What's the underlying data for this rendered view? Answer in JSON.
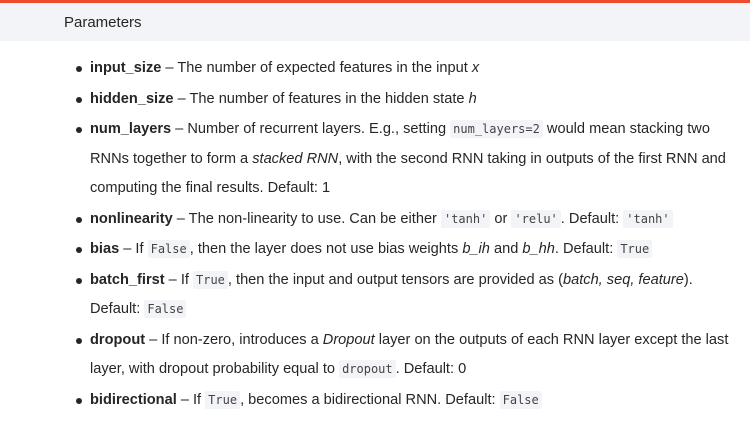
{
  "header": {
    "title": "Parameters"
  },
  "params": [
    {
      "name": "input_size",
      "parts": [
        {
          "t": "text",
          "v": " – The number of expected features in the input "
        },
        {
          "t": "em",
          "v": "x"
        }
      ]
    },
    {
      "name": "hidden_size",
      "parts": [
        {
          "t": "text",
          "v": " – The number of features in the hidden state "
        },
        {
          "t": "em",
          "v": "h"
        }
      ]
    },
    {
      "name": "num_layers",
      "parts": [
        {
          "t": "text",
          "v": " – Number of recurrent layers. E.g., setting "
        },
        {
          "t": "code",
          "v": "num_layers=2"
        },
        {
          "t": "text",
          "v": " would mean stacking two RNNs together to form a "
        },
        {
          "t": "em",
          "v": "stacked RNN"
        },
        {
          "t": "text",
          "v": ", with the second RNN taking in outputs of the first RNN and computing the final results. Default: 1"
        }
      ]
    },
    {
      "name": "nonlinearity",
      "parts": [
        {
          "t": "text",
          "v": " – The non-linearity to use. Can be either "
        },
        {
          "t": "code",
          "v": "'tanh'"
        },
        {
          "t": "text",
          "v": " or "
        },
        {
          "t": "code",
          "v": "'relu'"
        },
        {
          "t": "text",
          "v": ". Default: "
        },
        {
          "t": "code",
          "v": "'tanh'"
        }
      ]
    },
    {
      "name": "bias",
      "parts": [
        {
          "t": "text",
          "v": " – If "
        },
        {
          "t": "code",
          "v": "False"
        },
        {
          "t": "text",
          "v": ", then the layer does not use bias weights "
        },
        {
          "t": "em",
          "v": "b_ih"
        },
        {
          "t": "text",
          "v": " and "
        },
        {
          "t": "em",
          "v": "b_hh"
        },
        {
          "t": "text",
          "v": ". Default: "
        },
        {
          "t": "code",
          "v": "True"
        }
      ]
    },
    {
      "name": "batch_first",
      "parts": [
        {
          "t": "text",
          "v": " – If "
        },
        {
          "t": "code",
          "v": "True"
        },
        {
          "t": "text",
          "v": ", then the input and output tensors are provided as ("
        },
        {
          "t": "em",
          "v": "batch, seq, feature"
        },
        {
          "t": "text",
          "v": "). Default: "
        },
        {
          "t": "code",
          "v": "False"
        }
      ]
    },
    {
      "name": "dropout",
      "parts": [
        {
          "t": "text",
          "v": " – If non-zero, introduces a "
        },
        {
          "t": "em",
          "v": "Dropout"
        },
        {
          "t": "text",
          "v": " layer on the outputs of each RNN layer except the last layer, with dropout probability equal to "
        },
        {
          "t": "code",
          "v": "dropout"
        },
        {
          "t": "text",
          "v": ". Default: 0"
        }
      ]
    },
    {
      "name": "bidirectional",
      "parts": [
        {
          "t": "text",
          "v": " – If "
        },
        {
          "t": "code",
          "v": "True"
        },
        {
          "t": "text",
          "v": ", becomes a bidirectional RNN. Default: "
        },
        {
          "t": "code",
          "v": "False"
        }
      ]
    }
  ]
}
